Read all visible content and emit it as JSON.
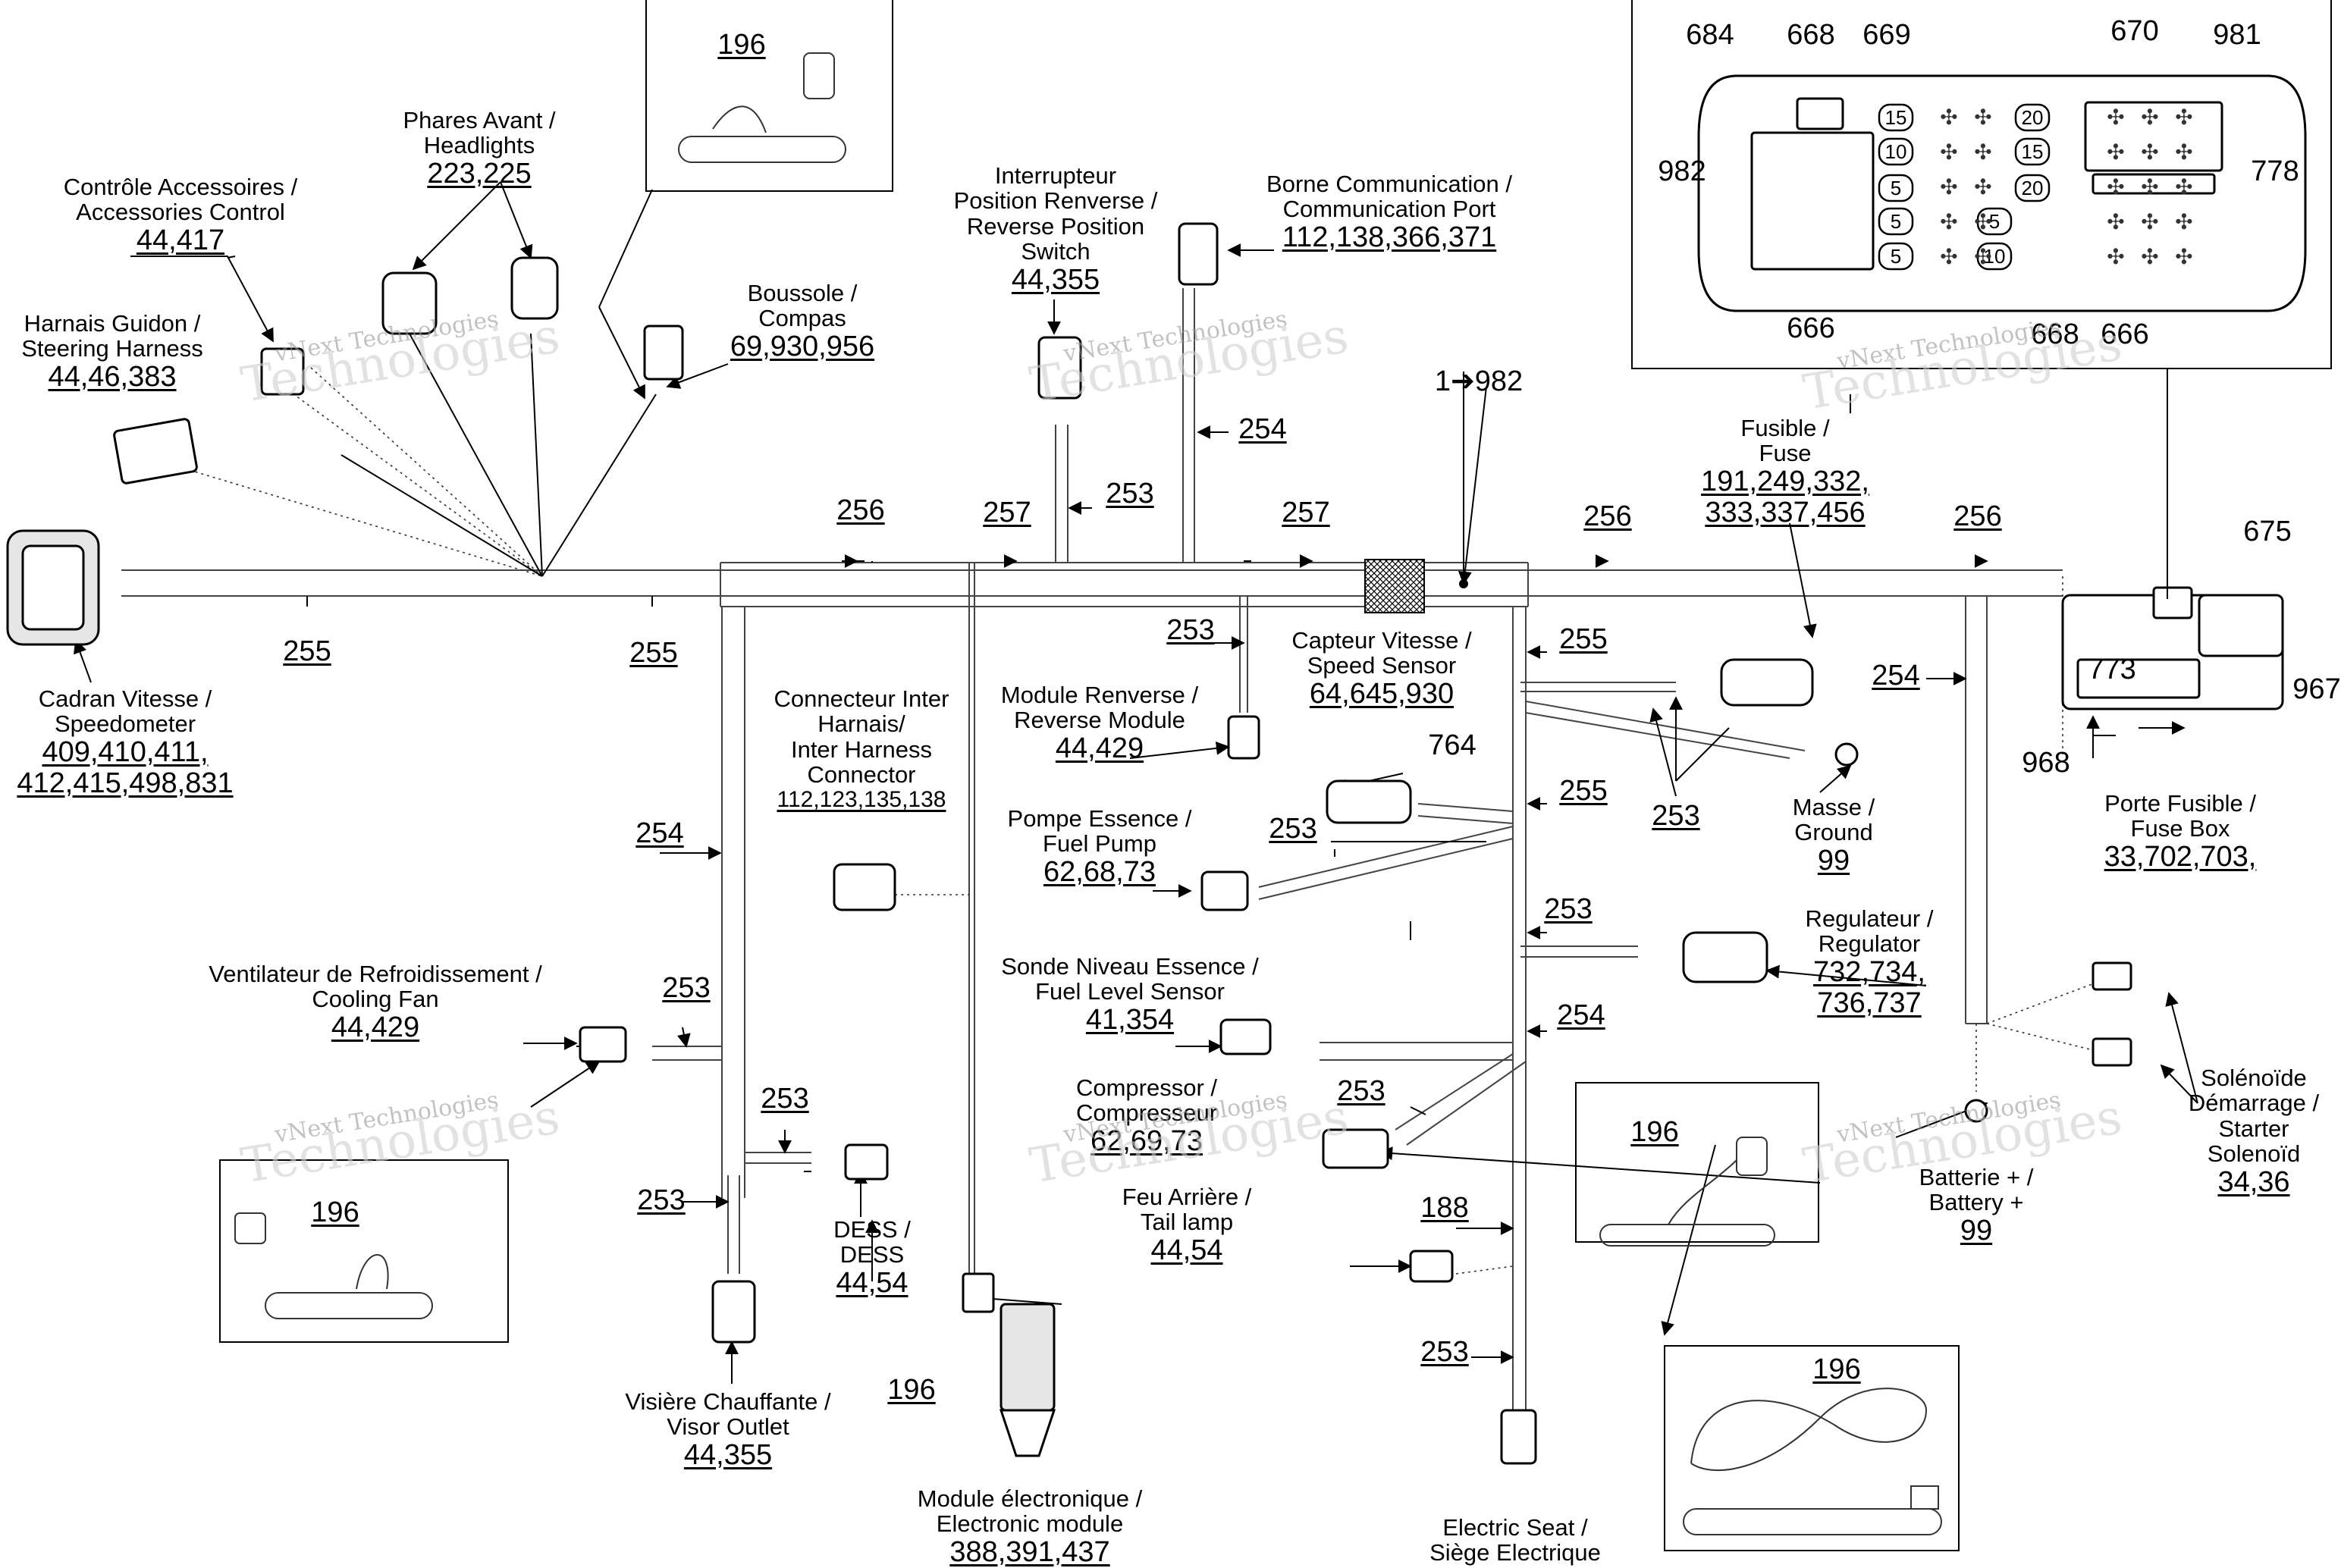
{
  "components": {
    "speedometer": {
      "t1": "Cadran Vitesse /",
      "t2": "Speedometer",
      "n1": "409,410,411,",
      "n2": "412,415,498,831"
    },
    "steering_harness": {
      "t1": "Harnais Guidon /",
      "t2": "Steering Harness",
      "n1": "44,46,383"
    },
    "accessories_control": {
      "t1": "Contrôle Accessoires /",
      "t2": "Accessories Control",
      "n1": "44,417"
    },
    "headlights": {
      "t1": "Phares Avant /",
      "t2": "Headlights",
      "n1": "223,225"
    },
    "compass": {
      "t1": "Boussole /",
      "t2": "Compas",
      "n1": "69,930,956"
    },
    "reverse_switch": {
      "t1": "Interrupteur",
      "t2": "Position Renverse /",
      "t3": "Reverse Position",
      "t4": "Switch",
      "n1": "44,355"
    },
    "communication_port": {
      "t1": "Borne Communication /",
      "t2": "Communication Port",
      "n1": "112,138,366,371"
    },
    "fuse": {
      "t1": "Fusible /",
      "t2": "Fuse",
      "n1": "191,249,332,",
      "n2": "333,337,456"
    },
    "inter_harness": {
      "t1": "Connecteur Inter",
      "t2": "Harnais/",
      "t3": "Inter Harness",
      "t4": "Connector",
      "n1": "112,123,135,138"
    },
    "reverse_module": {
      "t1": "Module Renverse /",
      "t2": "Reverse Module",
      "n1": "44,429"
    },
    "speed_sensor": {
      "t1": "Capteur Vitesse /",
      "t2": "Speed Sensor",
      "n1": "64,645,930"
    },
    "fuel_pump": {
      "t1": "Pompe Essence /",
      "t2": "Fuel Pump",
      "n1": "62,68,73"
    },
    "ground": {
      "t1": "Masse /",
      "t2": "Ground",
      "n1": "99"
    },
    "regulator": {
      "t1": "Regulateur /",
      "t2": "Regulator",
      "n1": "732,734,",
      "n2": "736,737"
    },
    "fuse_box": {
      "t1": "Porte Fusible /",
      "t2": "Fuse Box",
      "n1": "33,702,703,"
    },
    "cooling_fan": {
      "t1": "Ventilateur de Refroidissement /",
      "t2": "Cooling Fan",
      "n1": "44,429"
    },
    "fuel_level": {
      "t1": "Sonde Niveau Essence /",
      "t2": "Fuel Level Sensor",
      "n1": "41,354"
    },
    "compressor": {
      "t1": "Compressor /",
      "t2": "Compresseur",
      "n1": "62,69,73"
    },
    "tail_lamp": {
      "t1": "Feu Arrière /",
      "t2": "Tail lamp",
      "n1": "44,54"
    },
    "dess": {
      "t1": "DESS /",
      "t2": "DESS",
      "n1": "44,54"
    },
    "visor_outlet": {
      "t1": "Visière Chauffante /",
      "t2": "Visor Outlet",
      "n1": "44,355"
    },
    "electronic_module": {
      "t1": "Module électronique /",
      "t2": "Electronic module",
      "n1": "388,391,437"
    },
    "electric_seat": {
      "t1": "Electric Seat /",
      "t2": "Siège Electrique"
    },
    "battery": {
      "t1": "Batterie + /",
      "t2": "Battery +",
      "n1": "99"
    },
    "starter_solenoid": {
      "t1": "Solénoïde",
      "t2": "Démarrage /",
      "t3": "Starter",
      "t4": "Solenoïd",
      "n1": "34,36"
    }
  },
  "fuse_box_refs": {
    "r684": "684",
    "r668a": "668",
    "r669": "669",
    "r670": "670",
    "r981": "981",
    "r982": "982",
    "r778": "778",
    "r666a": "666",
    "r668b": "668",
    "r666b": "666"
  },
  "fuse_ratings": [
    "15",
    "20",
    "10",
    "15",
    "5",
    "20",
    "5",
    "5",
    "5",
    "10"
  ],
  "wire_refs": {
    "w256a": "256",
    "w257a": "257",
    "w253a": "253",
    "w254a": "254",
    "w257b": "257",
    "w1to982": "1➔982",
    "w256b": "256",
    "w256c": "256",
    "w675": "675",
    "w255a": "255",
    "w255b": "255",
    "w253b": "253",
    "w255c": "255",
    "w254b": "254",
    "w773": "773",
    "w967": "967",
    "w764": "764",
    "w968": "968",
    "w253c": "253",
    "w255d": "255",
    "w253d": "253",
    "w254c": "254",
    "w253e": "253",
    "w254d": "254",
    "w253f": "253",
    "w253g": "253",
    "w253h": "253",
    "w188": "188",
    "w253i": "253",
    "w196a": "196",
    "w196b": "196",
    "w196c": "196",
    "w196d": "196",
    "w196e": "196"
  },
  "watermark": {
    "line1": "vNext Technologies",
    "line2": "Technologies"
  }
}
